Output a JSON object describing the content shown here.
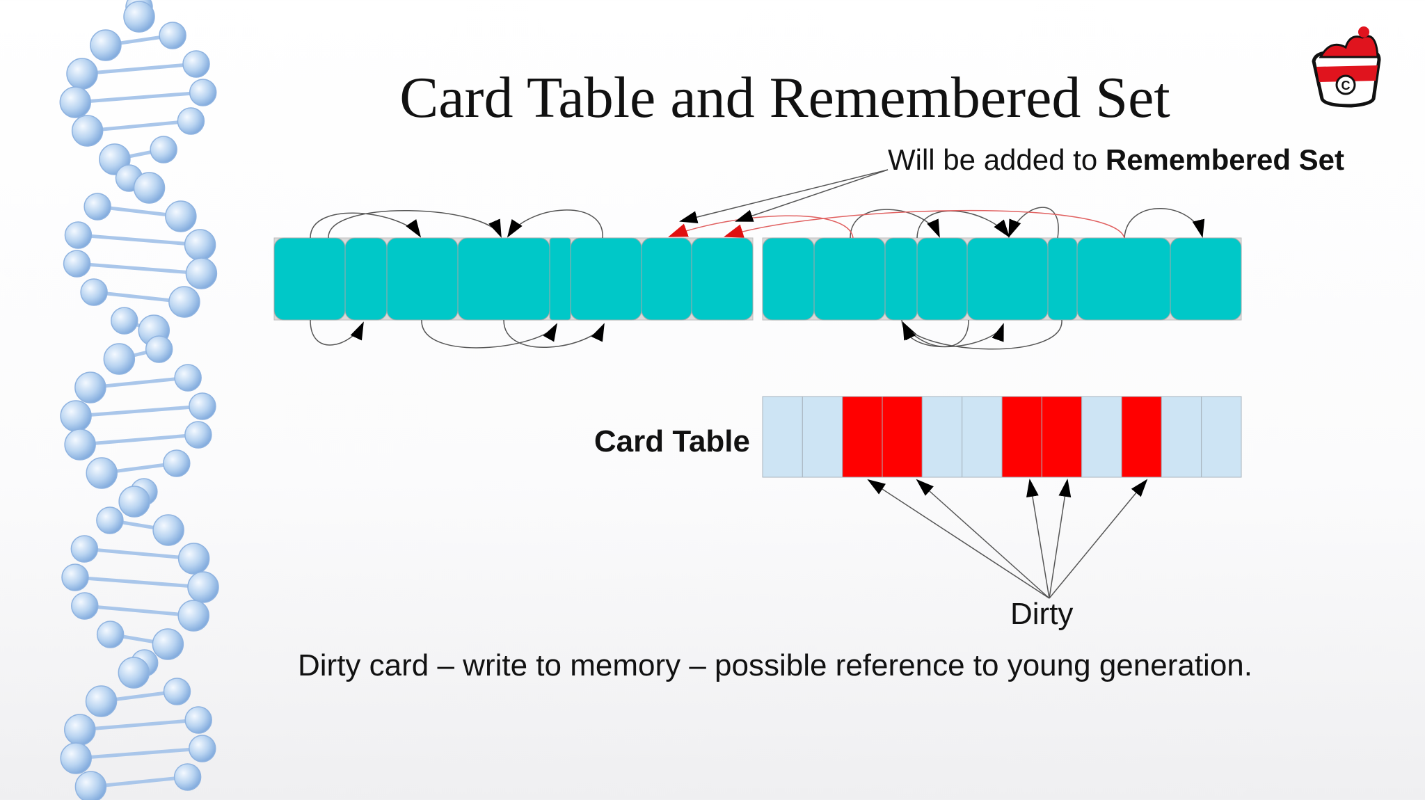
{
  "slide": {
    "title": "Card Table and Remembered Set",
    "remembered_note_prefix": "Will be added to ",
    "remembered_note_bold": "Remembered Set",
    "card_table_label": "Card Table",
    "dirty_label": "Dirty",
    "caption": "Dirty card – write to memory – possible reference to young generation."
  },
  "card_table": {
    "cards": [
      "clean",
      "clean",
      "dirty",
      "dirty",
      "clean",
      "clean",
      "dirty",
      "dirty",
      "clean",
      "dirty",
      "clean",
      "clean"
    ]
  },
  "colors": {
    "object_fill": "#00c8c8",
    "card_clean": "#cde4f4",
    "card_dirty": "#ff0000",
    "arrow": "#000000",
    "remembered_arrow": "#e01010"
  },
  "icons": {
    "decoration": "molecule-chain-icon",
    "logo": "bucket-logo-icon"
  }
}
